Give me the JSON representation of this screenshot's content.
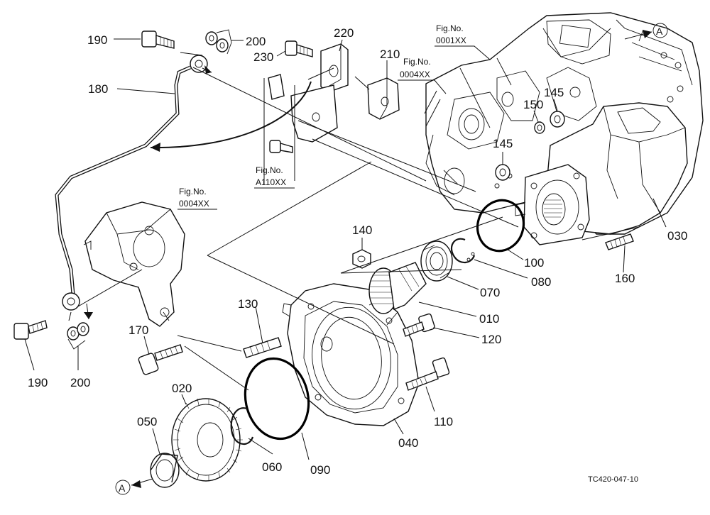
{
  "callouts": [
    {
      "id": "190a",
      "label": "190"
    },
    {
      "id": "200a",
      "label": "200"
    },
    {
      "id": "230",
      "label": "230"
    },
    {
      "id": "220",
      "label": "220"
    },
    {
      "id": "210",
      "label": "210"
    },
    {
      "id": "180",
      "label": "180"
    },
    {
      "id": "145a",
      "label": "145"
    },
    {
      "id": "150",
      "label": "150"
    },
    {
      "id": "145b",
      "label": "145"
    },
    {
      "id": "140",
      "label": "140"
    },
    {
      "id": "100",
      "label": "100"
    },
    {
      "id": "030",
      "label": "030"
    },
    {
      "id": "160",
      "label": "160"
    },
    {
      "id": "080",
      "label": "080"
    },
    {
      "id": "070",
      "label": "070"
    },
    {
      "id": "010",
      "label": "010"
    },
    {
      "id": "130",
      "label": "130"
    },
    {
      "id": "120",
      "label": "120"
    },
    {
      "id": "170",
      "label": "170"
    },
    {
      "id": "190b",
      "label": "190"
    },
    {
      "id": "200b",
      "label": "200"
    },
    {
      "id": "020",
      "label": "020"
    },
    {
      "id": "110",
      "label": "110"
    },
    {
      "id": "050",
      "label": "050"
    },
    {
      "id": "040",
      "label": "040"
    },
    {
      "id": "060",
      "label": "060"
    },
    {
      "id": "090",
      "label": "090"
    }
  ],
  "figure_refs": [
    {
      "id": "fig-0001xx",
      "line1": "Fig.No.",
      "line2": "0001XX"
    },
    {
      "id": "fig-0004xx-top",
      "line1": "Fig.No.",
      "line2": "0004XX"
    },
    {
      "id": "fig-a110xx",
      "line1": "Fig.No.",
      "line2": "A110XX"
    },
    {
      "id": "fig-0004xx-left",
      "line1": "Fig.No.",
      "line2": "0004XX"
    }
  ],
  "markers": {
    "a_top": "A",
    "a_bottom": "A"
  },
  "drawing_code": "TC420-047-10"
}
